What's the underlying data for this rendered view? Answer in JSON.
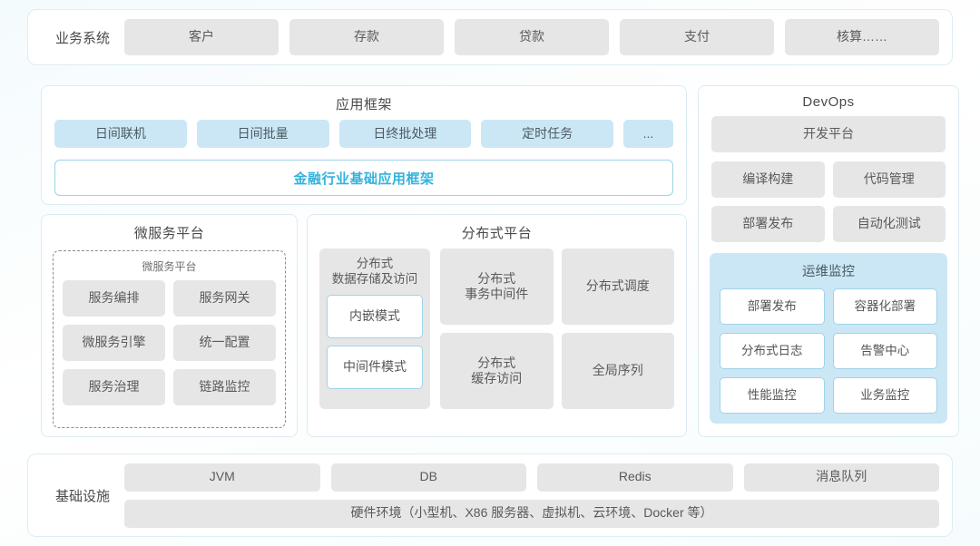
{
  "business_system": {
    "label": "业务系统",
    "items": [
      "客户",
      "存款",
      "贷款",
      "支付",
      "核算……"
    ]
  },
  "application_framework": {
    "title": "应用框架",
    "chips": [
      "日间联机",
      "日间批量",
      "日终批处理",
      "定时任务",
      "..."
    ],
    "accent": "金融行业基础应用框架"
  },
  "microservice_platform": {
    "title": "微服务平台",
    "inner_title": "微服务平台",
    "items": [
      "服务编排",
      "服务网关",
      "微服务引擎",
      "统一配置",
      "服务治理",
      "链路监控"
    ]
  },
  "distributed_platform": {
    "title": "分布式平台",
    "storage": {
      "label": "分布式\n数据存储及访问",
      "label_line1": "分布式",
      "label_line2": "数据存储及访问",
      "modes": [
        "内嵌模式",
        "中间件模式"
      ]
    },
    "items": [
      {
        "line1": "分布式",
        "line2": "事务中间件"
      },
      {
        "line1": "分布式调度",
        "line2": ""
      },
      {
        "line1": "分布式",
        "line2": "缓存访问"
      },
      {
        "line1": "全局序列",
        "line2": ""
      }
    ]
  },
  "devops": {
    "title": "DevOps",
    "platform": "开发平台",
    "items": [
      "编译构建",
      "代码管理",
      "部署发布",
      "自动化测试"
    ],
    "ops_monitor": {
      "title": "运维监控",
      "items": [
        "部署发布",
        "容器化部署",
        "分布式日志",
        "告警中心",
        "性能监控",
        "业务监控"
      ]
    }
  },
  "infrastructure": {
    "label": "基础设施",
    "items": [
      "JVM",
      "DB",
      "Redis",
      "消息队列"
    ],
    "hardware": "硬件环境（小型机、X86 服务器、虚拟机、云环境、Docker 等）"
  },
  "colors": {
    "accent": "#33b3dc",
    "chip_gray": "#e6e6e7",
    "chip_blue": "#cbe7f6",
    "border_blue": "#9ed3e8",
    "card_border": "#dcedf3"
  }
}
